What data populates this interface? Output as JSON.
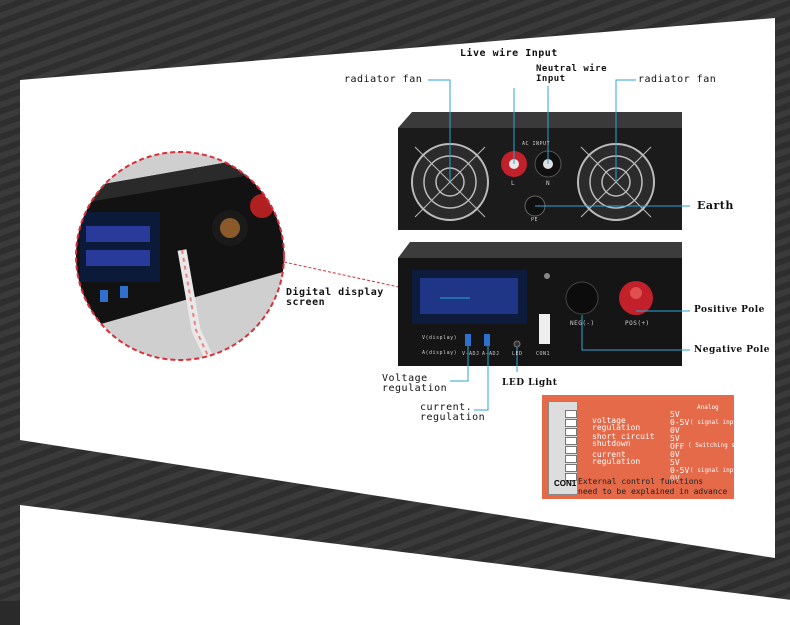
{
  "top_labels": {
    "live": "Live wire Input",
    "neutral_l1": "Neutral wire",
    "neutral_l2": "Input",
    "fan_left": "radiator fan",
    "fan_right": "radiator fan",
    "earth": "Earth"
  },
  "front_labels": {
    "digital_l1": "Digital display",
    "digital_l2": "screen",
    "positive": "Positive Pole",
    "negative": "Negative Pole",
    "voltage_l1": "Voltage",
    "voltage_l2": "regulation",
    "current_l1": "current.",
    "current_l2": "regulation",
    "led": "LED Light"
  },
  "device_marks": {
    "ac_input": "AC INPUT",
    "l": "L",
    "n": "N",
    "pe": "PE",
    "v_display": "V(display)",
    "a_display": "A(display)",
    "v_adj": "V-ADJ",
    "a_adj": "A-ADJ",
    "led": "LED",
    "con1": "CON1",
    "neg": "NEG(-)",
    "pos": "POS(+)"
  },
  "control_box": {
    "voltage_reg_l1": "voltage",
    "voltage_reg_l2": "regulation",
    "short_l1": "short circuit",
    "short_l2": "shutdown",
    "current_reg_l1": "current",
    "current_reg_l2": "regulation",
    "v1": "5V",
    "v2": "0-5V",
    "v3": "0V",
    "s1": "5V",
    "s2": "OFF",
    "s3": "0V",
    "c1": "5V",
    "c2": "0-5V",
    "c3": "0V",
    "analog": "Analog",
    "signal1": "( signal input)",
    "switching": "( Switching signal)",
    "signal2": "( signal input)",
    "note_l1": "External control functions",
    "note_l2": "need to be explained in advance",
    "con1": "CON1"
  },
  "colors": {
    "accent": "#2aa6d6",
    "control_box": "#e46a4a",
    "zoom_outline": "#d8303a"
  }
}
